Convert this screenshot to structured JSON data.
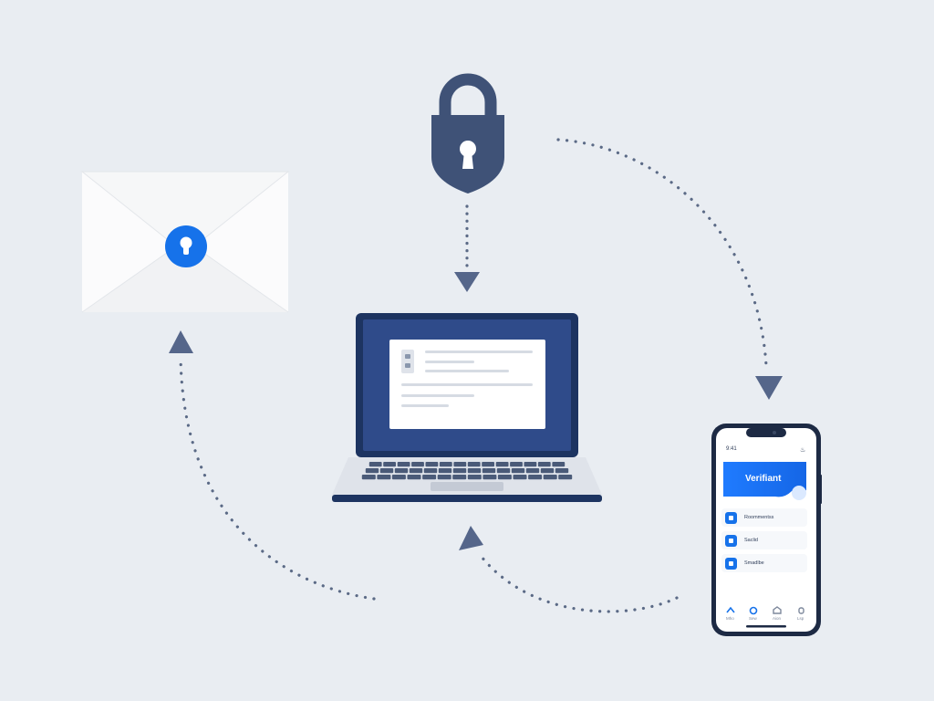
{
  "diagram": {
    "nodes": [
      {
        "id": "envelope",
        "icon": "envelope-keyhole-icon"
      },
      {
        "id": "padlock",
        "icon": "padlock-icon"
      },
      {
        "id": "laptop",
        "icon": "laptop-icon"
      },
      {
        "id": "phone",
        "icon": "smartphone-icon"
      }
    ],
    "edges": [
      {
        "from": "padlock",
        "to": "laptop",
        "style": "dotted"
      },
      {
        "from": "padlock",
        "to": "phone",
        "style": "dotted"
      },
      {
        "from": "phone",
        "to": "laptop",
        "style": "dotted"
      },
      {
        "from": "laptop",
        "to": "envelope",
        "style": "dotted"
      }
    ]
  },
  "phone": {
    "status_time": "9:41",
    "banner_label": "Verifiant",
    "list_items": [
      {
        "label": "Roommentss",
        "icon": "lock-icon"
      },
      {
        "label": "Saclid",
        "icon": "lock-icon"
      },
      {
        "label": "Smadlbe",
        "icon": "lock-icon"
      }
    ],
    "nav_items": [
      {
        "label": "Mho",
        "icon": "home-icon"
      },
      {
        "label": "Sew",
        "icon": "search-icon"
      },
      {
        "label": "Aion",
        "icon": "house-icon"
      },
      {
        "label": "Lsp",
        "icon": "user-icon"
      }
    ]
  },
  "colors": {
    "background": "#e9edf2",
    "navy": "#3f5277",
    "laptop_screen": "#2f4b8a",
    "accent_blue": "#1672ea",
    "dots": "#5b6a86"
  }
}
